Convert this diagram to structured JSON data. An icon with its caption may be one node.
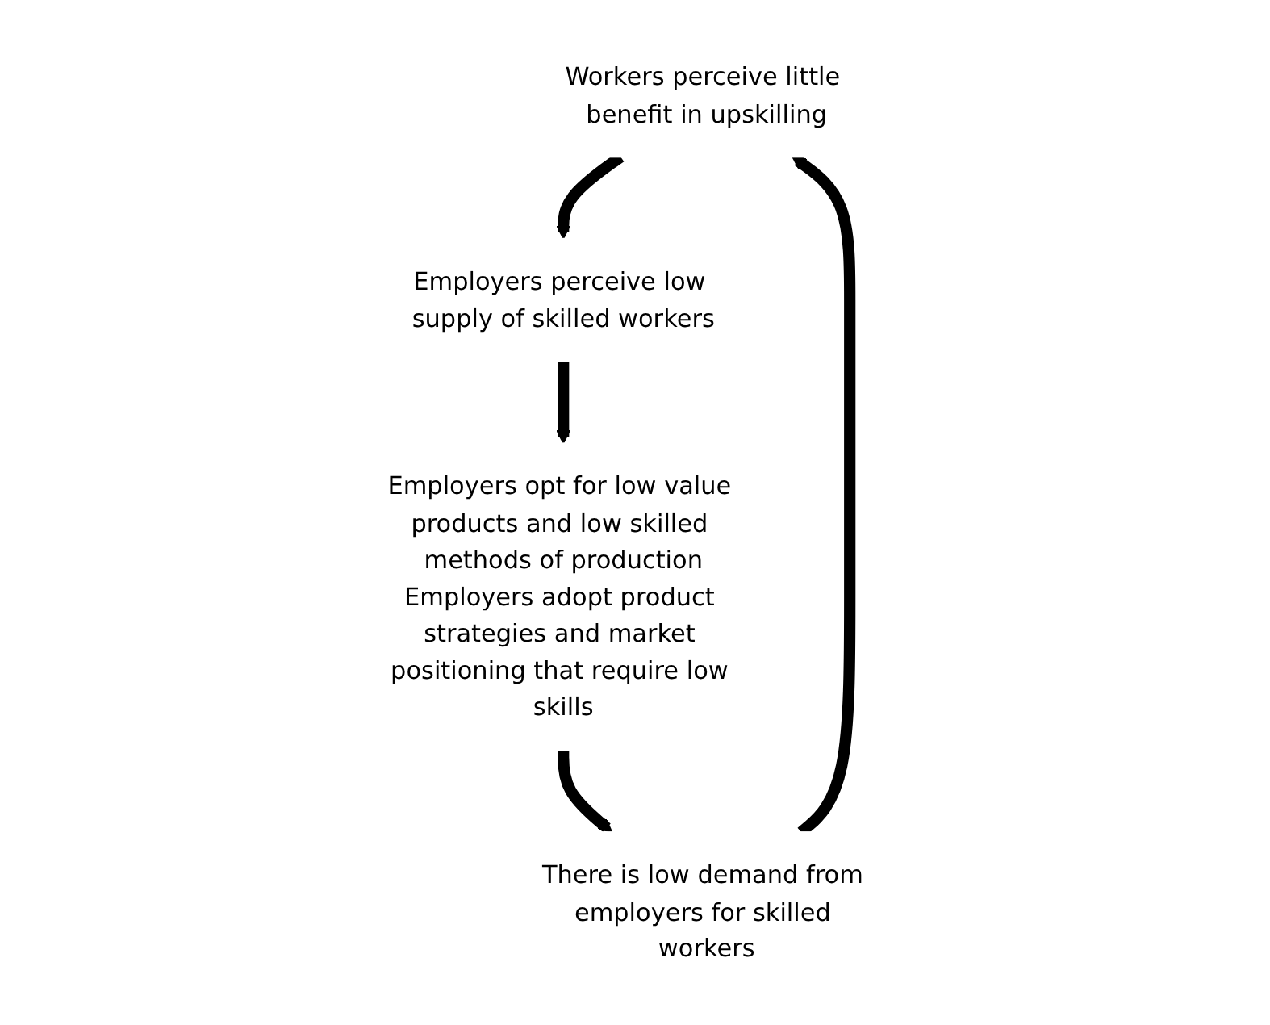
{
  "diagram": {
    "nodes": [
      {
        "text": [
          "Workers perceive little benefit in upskilling"
        ]
      },
      {
        "text": [
          "Employers perceive low supply of skilled workers"
        ]
      },
      {
        "text": [
          "Employers opt for low value products and low skilled methods of production",
          "Employers adopt product strategies and market positioning that require low skills"
        ]
      },
      {
        "text": [
          "There is low demand from employers for skilled workers"
        ]
      }
    ],
    "edges": [
      {
        "from": 0,
        "to": 1,
        "arrow": "to"
      },
      {
        "from": 1,
        "to": 2,
        "arrow": "to"
      },
      {
        "from": 2,
        "to": 3,
        "arrow": "to"
      },
      {
        "from": 3,
        "to": 0,
        "arrow": "to"
      }
    ]
  }
}
